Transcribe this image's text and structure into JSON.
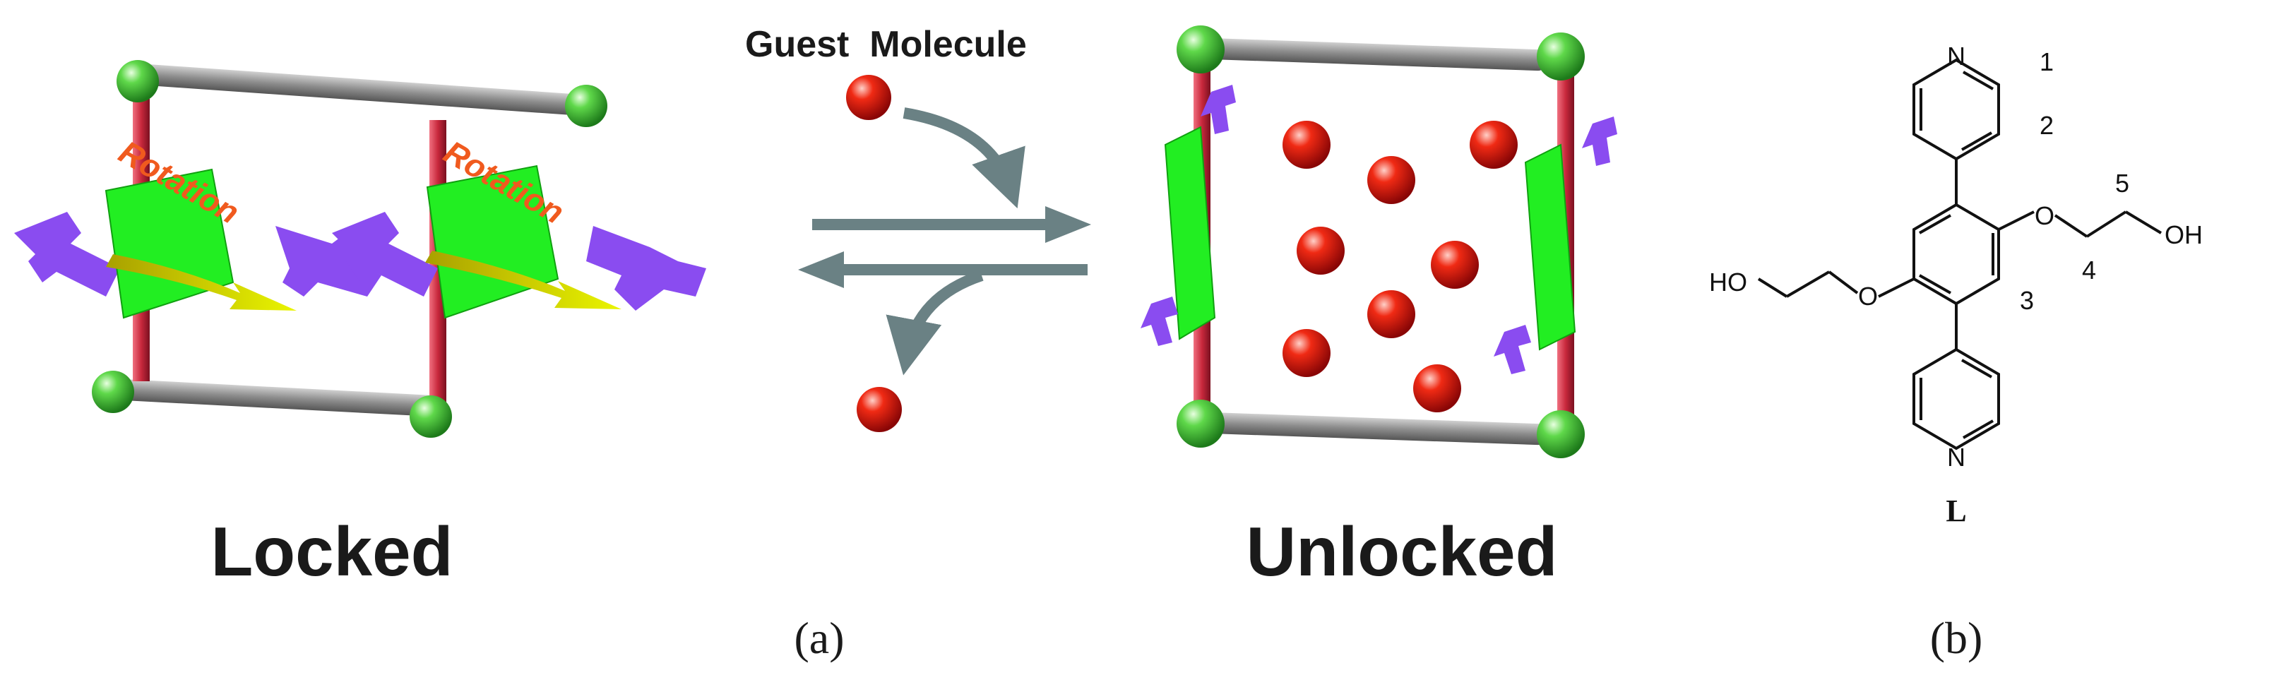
{
  "panel_a": {
    "guest_label": "Guest  Molecule",
    "locked_label": "Locked",
    "unlocked_label": "Unlocked",
    "rotation_label": "Rotation",
    "caption": "(a)"
  },
  "panel_b": {
    "ring_atom": "N",
    "hydroxyl": "OH",
    "hydroxyl_left": "HO",
    "ether_o": "O",
    "positions": [
      "1",
      "2",
      "3",
      "4",
      "5"
    ],
    "compound_label": "L",
    "caption": "(b)"
  },
  "colors": {
    "node_green": "#3cc43c",
    "rod_gray": "#8c8c8c",
    "pillar_red": "#c8283c",
    "rotor_green": "#22ee22",
    "linker_purple": "#8a4cf0",
    "guest_red": "#e01010",
    "arrow_gray": "#6a8184",
    "rotation_text": "#f05a1e"
  }
}
